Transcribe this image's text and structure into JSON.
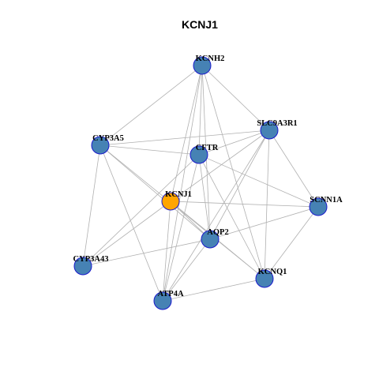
{
  "title": "KCNJ1",
  "colors": {
    "node_default": "#4682B4",
    "node_focus": "#FFA500",
    "node_border": "#1A1ACC",
    "edge": "#B0B0B0"
  },
  "nodes": [
    {
      "id": "KCNH2",
      "label": "KCNH2",
      "focus": false
    },
    {
      "id": "SLC9A3R1",
      "label": "SLC9A3R1",
      "focus": false
    },
    {
      "id": "CYP3A5",
      "label": "CYP3A5",
      "focus": false
    },
    {
      "id": "CFTR",
      "label": "CFTR",
      "focus": false
    },
    {
      "id": "KCNJ1",
      "label": "KCNJ1",
      "focus": true
    },
    {
      "id": "SCNN1A",
      "label": "SCNN1A",
      "focus": false
    },
    {
      "id": "AQP2",
      "label": "AQP2",
      "focus": false
    },
    {
      "id": "CYP3A43",
      "label": "CYP3A43",
      "focus": false
    },
    {
      "id": "KCNQ1",
      "label": "KCNQ1",
      "focus": false
    },
    {
      "id": "ATP4A",
      "label": "ATP4A",
      "focus": false
    }
  ],
  "edges": [
    [
      "KCNH2",
      "SLC9A3R1"
    ],
    [
      "KCNH2",
      "CYP3A5"
    ],
    [
      "KCNH2",
      "CFTR"
    ],
    [
      "KCNH2",
      "KCNJ1"
    ],
    [
      "KCNH2",
      "AQP2"
    ],
    [
      "KCNH2",
      "KCNQ1"
    ],
    [
      "KCNH2",
      "ATP4A"
    ],
    [
      "SLC9A3R1",
      "CFTR"
    ],
    [
      "SLC9A3R1",
      "KCNJ1"
    ],
    [
      "SLC9A3R1",
      "SCNN1A"
    ],
    [
      "SLC9A3R1",
      "AQP2"
    ],
    [
      "SLC9A3R1",
      "KCNQ1"
    ],
    [
      "SLC9A3R1",
      "ATP4A"
    ],
    [
      "SLC9A3R1",
      "CYP3A5"
    ],
    [
      "CYP3A5",
      "CFTR"
    ],
    [
      "CYP3A5",
      "AQP2"
    ],
    [
      "CYP3A5",
      "KCNQ1"
    ],
    [
      "CYP3A5",
      "CYP3A43"
    ],
    [
      "CYP3A5",
      "ATP4A"
    ],
    [
      "CFTR",
      "SCNN1A"
    ],
    [
      "CFTR",
      "AQP2"
    ],
    [
      "CFTR",
      "KCNQ1"
    ],
    [
      "CFTR",
      "ATP4A"
    ],
    [
      "CFTR",
      "CYP3A43"
    ],
    [
      "KCNJ1",
      "SCNN1A"
    ],
    [
      "KCNJ1",
      "AQP2"
    ],
    [
      "KCNJ1",
      "KCNQ1"
    ],
    [
      "KCNJ1",
      "CYP3A43"
    ],
    [
      "KCNJ1",
      "ATP4A"
    ],
    [
      "SCNN1A",
      "AQP2"
    ],
    [
      "SCNN1A",
      "KCNQ1"
    ],
    [
      "AQP2",
      "CYP3A43"
    ],
    [
      "AQP2",
      "ATP4A"
    ],
    [
      "KCNQ1",
      "ATP4A"
    ]
  ]
}
